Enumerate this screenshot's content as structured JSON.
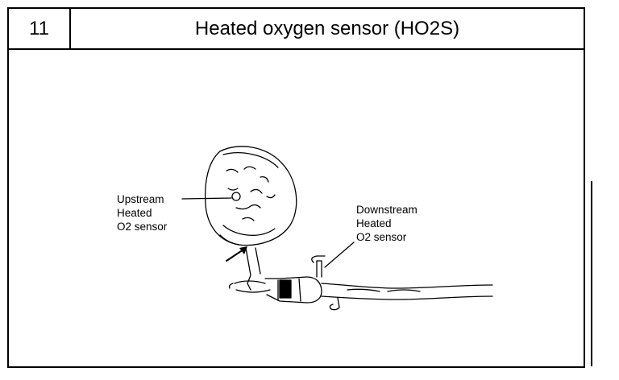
{
  "header": {
    "number": "11",
    "title": "Heated oxygen sensor (HO2S)"
  },
  "labels": {
    "upstream": [
      "Upstream",
      "Heated",
      "O2 sensor"
    ],
    "downstream": [
      "Downstream",
      "Heated",
      "O2 sensor"
    ]
  }
}
